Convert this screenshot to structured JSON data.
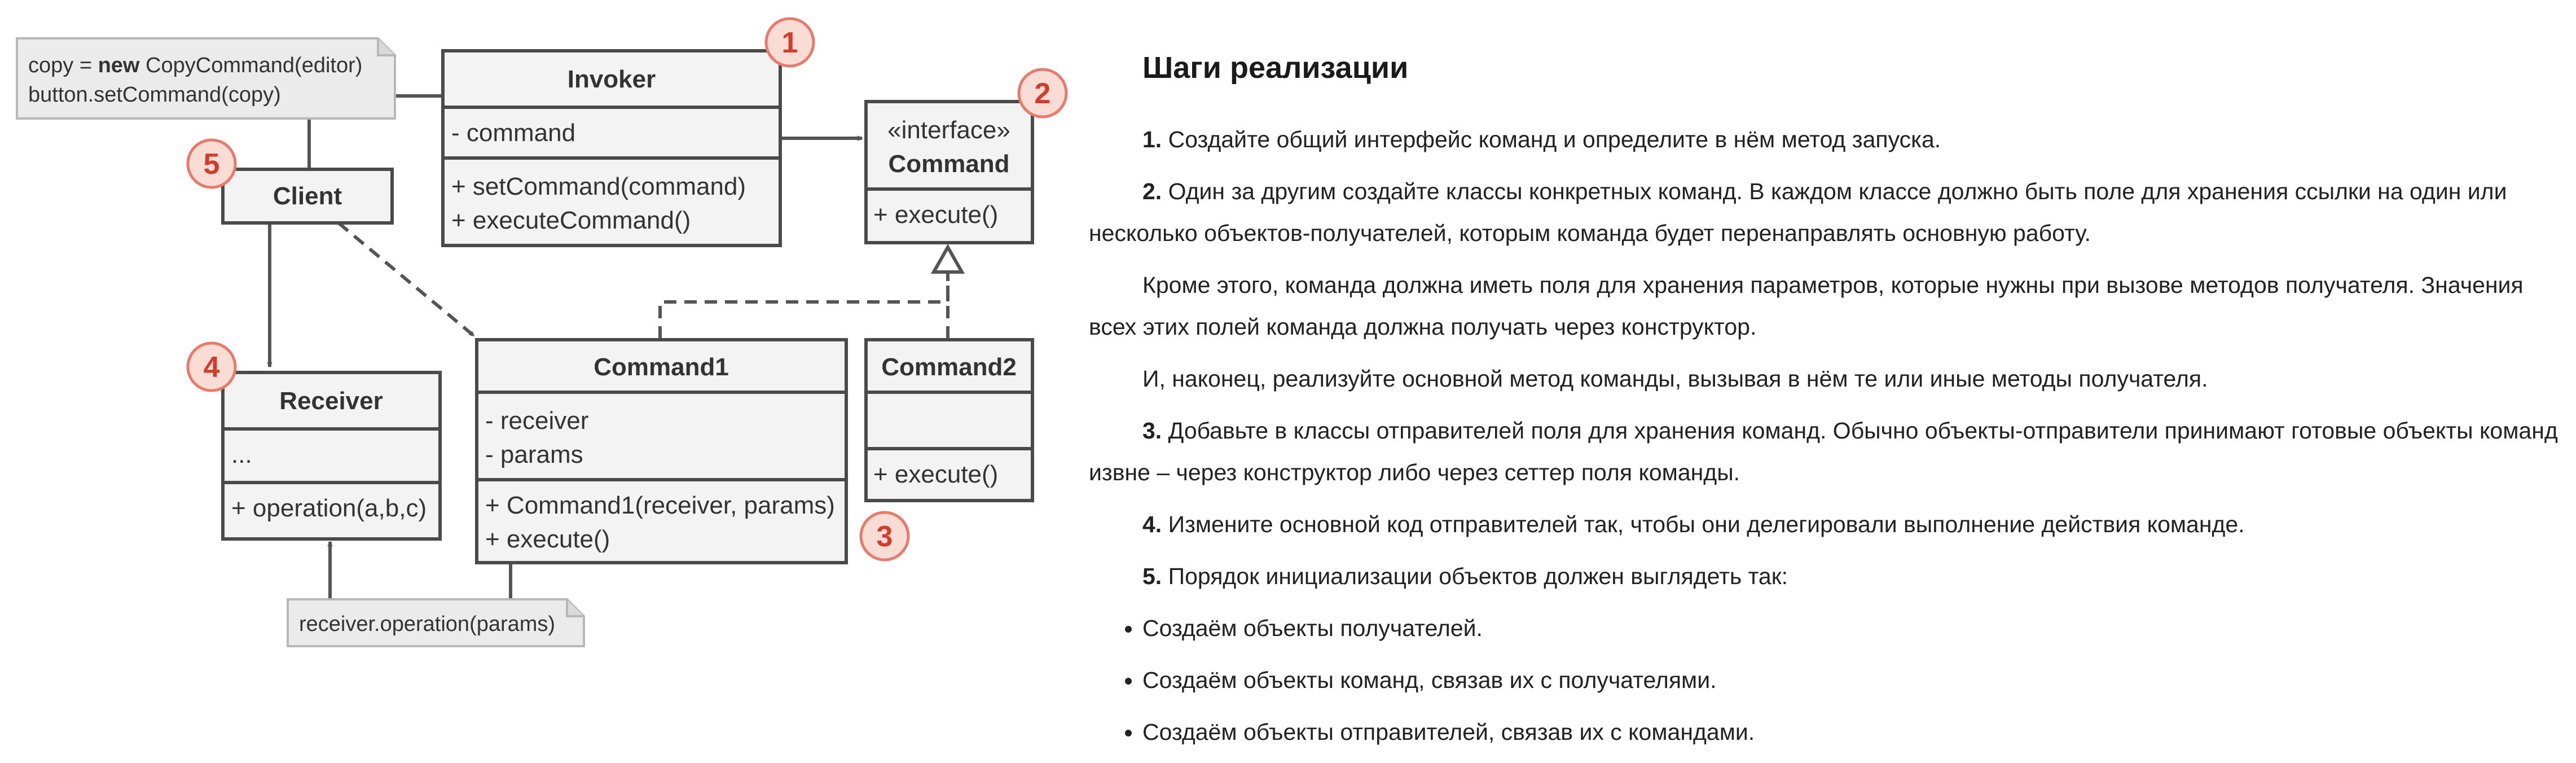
{
  "diagram": {
    "invoker": {
      "title": "Invoker",
      "field": "- command",
      "methods": [
        "+ setCommand(command)",
        "+ executeCommand()"
      ]
    },
    "command_interface": {
      "stereotype": "«interface»",
      "title": "Command",
      "method": "+ execute()"
    },
    "client": {
      "title": "Client"
    },
    "receiver": {
      "title": "Receiver",
      "field": "...",
      "method": "+ operation(a,b,c)"
    },
    "command1": {
      "title": "Command1",
      "fields": [
        "- receiver",
        "- params"
      ],
      "methods": [
        "+ Command1(receiver, params)",
        "+ execute()"
      ]
    },
    "command2": {
      "title": "Command2",
      "method": "+ execute()"
    },
    "client_note": {
      "line1_prefix": "copy = ",
      "line1_keyword": "new",
      "line1_suffix": " CopyCommand(editor)",
      "line2": "button.setCommand(copy)"
    },
    "receiver_note": "receiver.operation(params)",
    "badges": [
      "1",
      "2",
      "3",
      "4",
      "5"
    ],
    "colors": {
      "badge_fill": "#f9dcd4",
      "badge_stroke": "#e87a6b",
      "badge_text": "#d23c2b",
      "box_fill": "#f3f3f3",
      "box_stroke": "#4a4a4a",
      "note_fill": "#ebebeb"
    }
  },
  "steps": {
    "heading": "Шаги реализации",
    "items": [
      {
        "num": "1.",
        "text": " Создайте общий интерфейс команд и определите в нём метод запуска."
      },
      {
        "num": "2.",
        "text": " Один за другим создайте классы конкретных команд. В каждом классе должно быть поле для хранения ссылки на один или несколько объектов-получателей, которым команда будет перенаправлять основную работу."
      },
      {
        "num": "",
        "text": "Кроме этого, команда должна иметь поля для хранения параметров, которые нужны при вызове методов получателя. Значения всех этих полей команда должна получать через конструктор."
      },
      {
        "num": "",
        "text": "И, наконец, реализуйте основной метод команды, вызывая в нём те или иные методы получателя."
      },
      {
        "num": "3.",
        "text": " Добавьте в классы отправителей поля для хранения команд. Обычно объекты-отправители принимают готовые объекты команд извне – через конструктор либо через сеттер поля команды."
      },
      {
        "num": "4.",
        "text": " Измените основной код отправителей так, чтобы они делегировали выполнение действия команде."
      },
      {
        "num": "5.",
        "text": " Порядок инициализации объектов должен выглядеть так:"
      }
    ],
    "bullets": [
      "Создаём объекты получателей.",
      "Создаём объекты команд, связав их с получателями.",
      "Создаём объекты отправителей, связав их с командами."
    ]
  }
}
